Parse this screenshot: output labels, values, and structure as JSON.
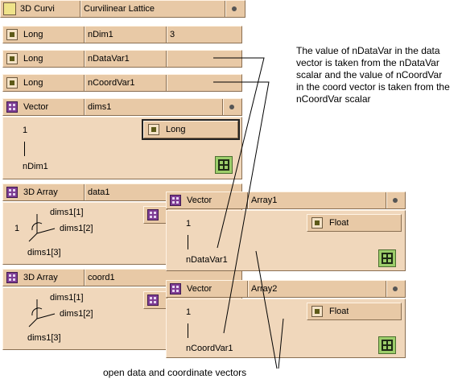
{
  "curvi": {
    "type": "3D Curvi",
    "name": "Curvilinear Lattice"
  },
  "long_ndim": {
    "type": "Long",
    "name": "nDim1",
    "value": "3"
  },
  "long_ndatavar": {
    "type": "Long",
    "name": "nDataVar1",
    "value": ""
  },
  "long_ncoordvar": {
    "type": "Long",
    "name": "nCoordVar1",
    "value": ""
  },
  "vector_dims": {
    "type": "Vector",
    "name": "dims1",
    "index": "1",
    "element_type": "Long",
    "var": "nDim1"
  },
  "array_data": {
    "type": "3D Array",
    "name": "data1",
    "count": "1",
    "d1": "dims1[1]",
    "d2": "dims1[2]",
    "d3": "dims1[3]"
  },
  "array_coord": {
    "type": "3D Array",
    "name": "coord1",
    "d1": "dims1[1]",
    "d2": "dims1[2]",
    "d3": "dims1[3]"
  },
  "vector_array1": {
    "type": "Vector",
    "name": "Array1",
    "index": "1",
    "element_type": "Float",
    "var": "nDataVar1"
  },
  "vector_array2": {
    "type": "Vector",
    "name": "Array2",
    "index": "1",
    "element_type": "Float",
    "var": "nCoordVar1"
  },
  "annotation_top": [
    "The value of nDataVar in the data",
    "vector is taken from the nDataVar",
    "scalar and the value of nCoordVar",
    "in the coord vector is taken from the",
    "nCoordVar scalar"
  ],
  "annotation_bottom": "open data and coordinate vectors"
}
